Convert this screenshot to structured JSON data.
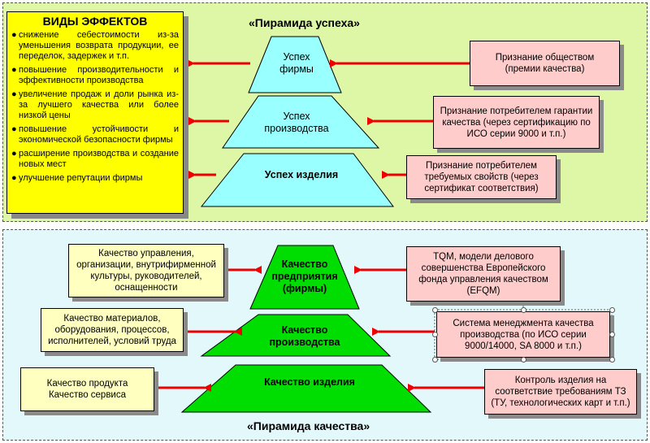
{
  "top": {
    "title": "«Пирамида успеха»",
    "effects": {
      "title": "ВИДЫ ЭФФЕКТОВ",
      "items": [
        "снижение себестоимости из-за уменьшения возврата продукции, ее переделок, задержек и т.п.",
        "повышение производительности и эффективности производства",
        "увеличение продаж и доли рынка из-за лучшего качества или более низкой цены",
        "повышение устойчивости и экономической безопасности фирмы",
        "расширение производства и создание новых мест",
        "улучшение репутации фирмы"
      ]
    },
    "pyramid": [
      "Успех\nфирмы",
      "Успех\nпроизводства",
      "Успех изделия"
    ],
    "recognition": [
      "Признание обществом\n(премии качества)",
      "Признание потребителем гарантии качества (через сертификацию по ИСО серии 9000 и т.п.)",
      "Признание потребителем требуемых свойств (через сертификат соответствия)"
    ]
  },
  "bottom": {
    "title": "«Пирамида качества»",
    "pyramid": [
      "Качество\nпредприятия\n(фирмы)",
      "Качество\nпроизводства",
      "Качество изделия"
    ],
    "left_boxes": [
      "Качество управления, организации, внутрифирменной культуры, руководителей, оснащенности",
      "Качество материалов, оборудования, процессов, исполнителей, условий труда",
      "Качество продукта\nКачество сервиса"
    ],
    "right_boxes": [
      "TQM, модели делового совершенства Европейского фонда управления качеством (EFQM)",
      "Система менеджмента качества производства (по ИСО серии 9000/14000, SA 8000 и т.п.)",
      "Контроль изделия на соответствие требованиям ТЗ (ТУ, технологических карт и т.п.)"
    ]
  },
  "colors": {
    "top_background": "#ddf7a6",
    "bottom_background": "#e3f8fb",
    "effects_box": "#ffff00",
    "success_pyramid": "#99ffff",
    "quality_pyramid": "#00dd00",
    "pink_box": "#ffcccc",
    "yellow_box": "#ffffc0",
    "arrow": "#ee0000"
  }
}
